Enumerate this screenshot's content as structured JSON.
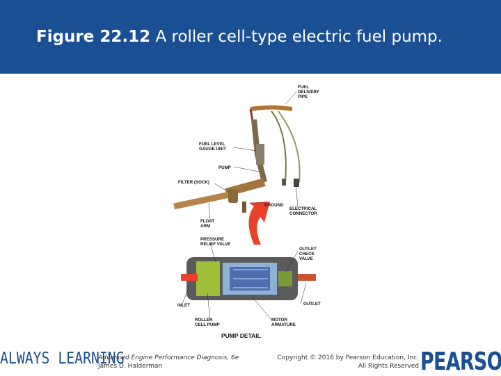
{
  "slide": {
    "figure_number": "Figure 22.12",
    "title_text": " A roller cell-type electric fuel pump.",
    "header_color": "#1b4f93"
  },
  "figure": {
    "labels": {
      "fuel_delivery_pipe": [
        "FUEL",
        "DELIVERY",
        "PIPE"
      ],
      "fuel_level_gauge_unit": [
        "FUEL LEVEL",
        "GAUGE UNIT"
      ],
      "pump": "PUMP",
      "filter_sock": "FILTER (SOCK)",
      "ground": "GROUND",
      "electrical_connector": [
        "ELECTRICAL",
        "CONNECTOR"
      ],
      "float_arm": [
        "FLOAT",
        "ARM"
      ],
      "pressure_relief_valve": [
        "PRESSURE",
        "RELIEF VALVE"
      ],
      "outlet_check_valve": [
        "OUTLET",
        "CHECK",
        "VALVE"
      ],
      "inlet": "INLET",
      "outlet": "OUTLET",
      "roller_cell_pump": [
        "ROLLER",
        "CELL PUMP"
      ],
      "motor_armature": [
        "MOTOR",
        "ARMATURE"
      ],
      "pump_detail": "PUMP DETAIL"
    }
  },
  "footer": {
    "always_learning": "ALWAYS LEARNING",
    "book_title": "Advanced Engine Performance Diagnosis, 6e",
    "author": "James D. Halderman",
    "copyright": "Copyright © 2016 by Pearson Education, Inc.",
    "rights": "All Rights Reserved",
    "brand": "PEARSON"
  }
}
